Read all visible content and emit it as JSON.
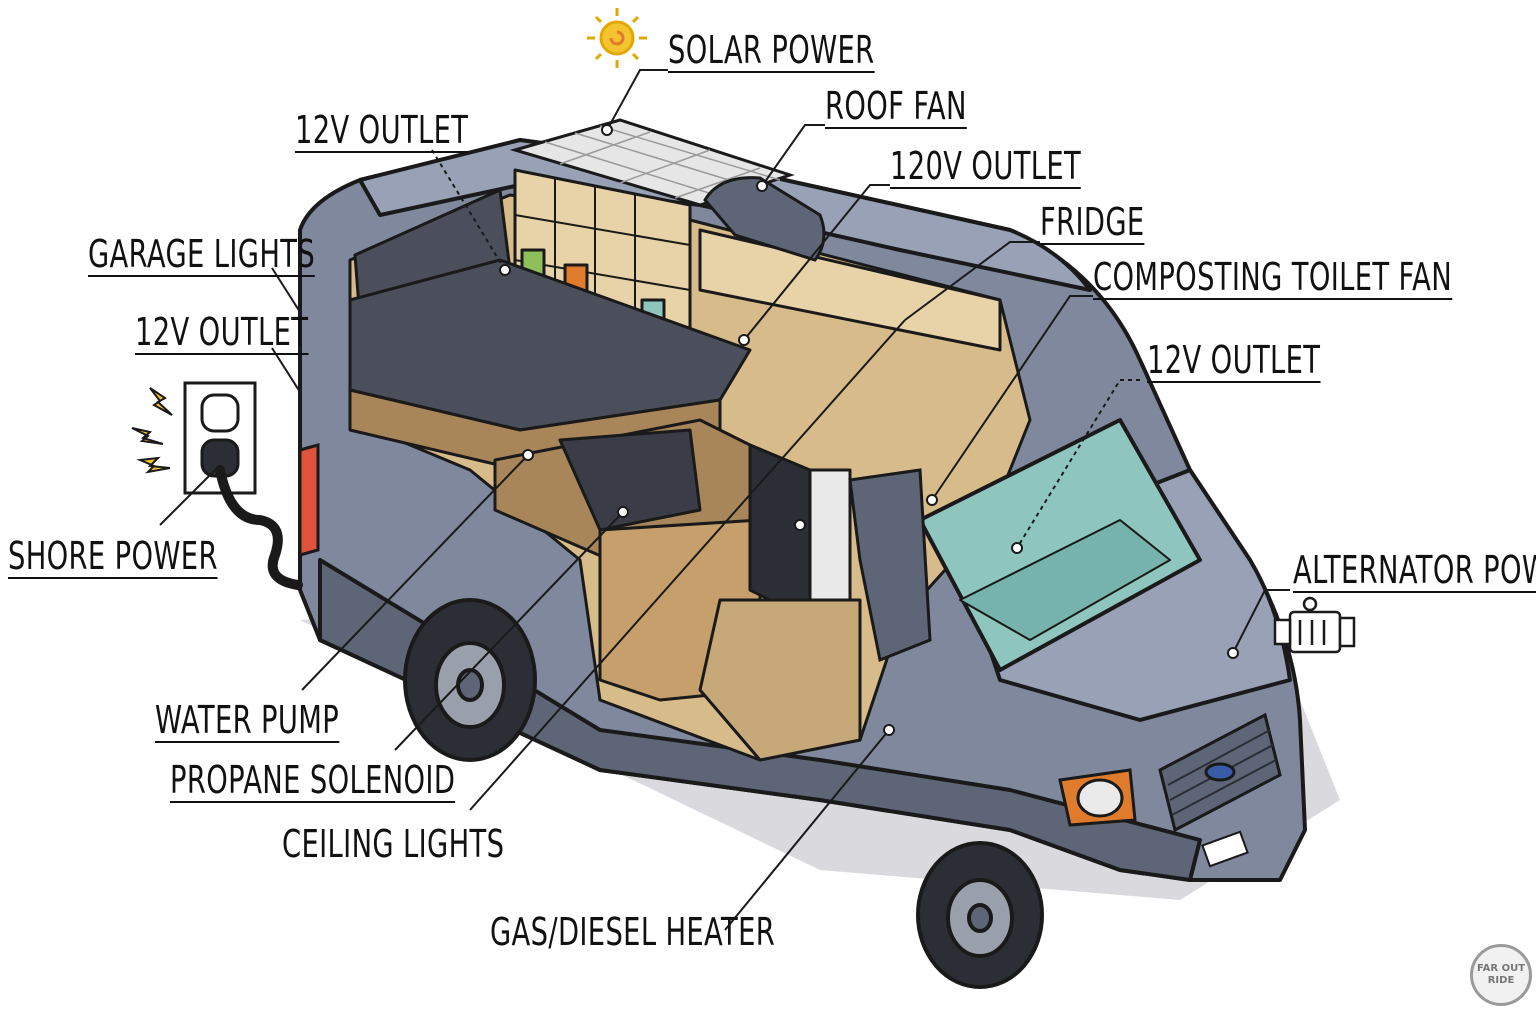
{
  "labels": {
    "solar_power": "SOLAR POWER",
    "roof_fan": "ROOF FAN",
    "outlet_12v_top": "12V OUTLET",
    "outlet_120v": "120V OUTLET",
    "fridge": "FRIDGE",
    "garage_lights": "GARAGE LIGHTS",
    "composting_toilet_fan": "COMPOSTING TOILET FAN",
    "outlet_12v_left": "12V OUTLET",
    "outlet_12v_right": "12V OUTLET",
    "shore_power": "SHORE POWER",
    "alternator_power": "ALTERNATOR POWER",
    "water_pump": "WATER PUMP",
    "propane_solenoid": "PROPANE SOLENOID",
    "ceiling_lights": "CEILING LIGHTS",
    "gas_diesel_heater": "GAS/DIESEL HEATER"
  },
  "logo_text": [
    "FAR OUT",
    "RIDE"
  ],
  "colors": {
    "van_body": "#7f889d",
    "van_dark": "#5d6577",
    "van_light": "#98a1b6",
    "wood": "#d8bb8a",
    "wood_dark": "#a9865a",
    "bed": "#4b4f5c",
    "glass": "#8fc5bf",
    "shadow": "#cfcfd6",
    "outline": "#1a1a1a",
    "sun": "#f4c430",
    "accent_orange": "#e07b2c"
  }
}
